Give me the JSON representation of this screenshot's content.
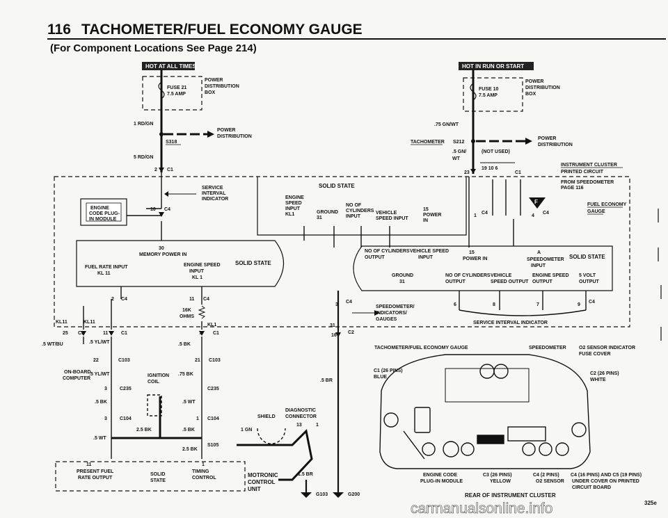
{
  "header": {
    "page_number": "116",
    "title": "TACHOMETER/FUEL ECONOMY GAUGE",
    "subtitle": "(For Component Locations See Page 214)"
  },
  "badges": {
    "left": "HOT AT ALL TIMES",
    "right": "HOT IN RUN OR START"
  },
  "left_supply": {
    "fuse": "FUSE 21",
    "amps": "7.5 AMP",
    "pdb1": "POWER",
    "pdb2": "DISTRIBUTION",
    "pdb3": "BOX",
    "wire1": "1 RD/GN",
    "splice": "S318",
    "pd_a": "POWER",
    "pd_b": "DISTRIBUTION",
    "wire2": "5 RD/GN",
    "pin2": "2",
    "c1": "C1"
  },
  "right_supply": {
    "fuse": "FUSE 10",
    "amps": "7.5 AMP",
    "pdb1": "POWER",
    "pdb2": "DISTRIBUTION",
    "pdb3": "BOX",
    "wire1": ".75 GN/WT",
    "tach": "TACHOMETER",
    "splice": "S212",
    "pd_a": "POWER",
    "pd_b": "DISTRIBUTION",
    "wire2a": ".5 GN/",
    "wire2b": "WT",
    "not_used": "(NOT USED)",
    "pin23": "23",
    "pins": "19   10   6",
    "c1": "C1",
    "cluster1": "INSTRUMENT CLUSTER",
    "cluster2": "PRINTED CIRCUIT",
    "from_speedo1": "FROM SPEEDOMETER",
    "from_speedo2": "PAGE 116",
    "f": "F",
    "fuel1": "FUEL ECONOMY",
    "fuel2": "GAUGE",
    "pin1": "1",
    "c4a": "C4",
    "pin4": "4",
    "c4b": "C4"
  },
  "ecm": {
    "l1": "ENGINE",
    "l2": "CODE PLUG-",
    "l3": "IN MODULE",
    "pin10": "10",
    "c4": "C4",
    "svc1": "SERVICE",
    "svc2": "INTERVAL",
    "svc3": "INDICATOR",
    "solid_state": "SOLID STATE",
    "in1": "ENGINE\nSPEED\nINPUT\nKL1",
    "in2": "GROUND\n\n31",
    "in3": "NO OF\nCYLINDERS\nINPUT",
    "in4": "VEHICLE\nSPEED INPUT",
    "in5": "15\nPOWER\nIN",
    "mem1": "30",
    "mem2": "MEMORY POWER IN",
    "fri1": "FUEL RATE INPUT",
    "fri2": "KL 11",
    "esi1": "ENGINE SPEED",
    "esi2": "INPUT",
    "esi3": "KL 1",
    "ss2": "SOLID STATE",
    "pin2": "2",
    "c4_2": "C4",
    "pin11": "11",
    "c4_3": "C4",
    "res1": "16K",
    "res2": "OHMS",
    "kl1": "KL1",
    "kl11": "KL11",
    "pin25": "25",
    "c3": "C3",
    "pin11b": "11",
    "c1": "C1",
    "pin7": "7",
    "c1b": "C1"
  },
  "speedo_block": {
    "h1": "NO OF CYLINDERS",
    "h2": "OUTPUT",
    "h3": "VEHICLE SPEED",
    "h4": "INPUT",
    "h5": "15",
    "h6": "POWER IN",
    "h7": "A",
    "h8": "SPEEDOMETER",
    "h9": "INPUT",
    "ss": "SOLID STATE",
    "g1": "GROUND",
    "g2": "31",
    "g3": "NO OF CYLINDERS",
    "g4": "OUTPUT",
    "g5": "VEHICLE",
    "g6": "SPEED OUTPUT",
    "g7": "ENGINE SPEED",
    "g8": "OUTPUT",
    "g9": "5 VOLT",
    "g10": "OUTPUT",
    "pin3": "3",
    "c4": "C4",
    "sp1": "SPEEDOMETER/",
    "sp2": "INDICATORS/",
    "sp3": "GAUGES",
    "p6": "6",
    "p8": "8",
    "p7": "7",
    "p9": "9",
    "c4b": "C4",
    "svc": "SERVICE INTERVAL INDICATOR",
    "pin31": "31",
    "pin16": "16",
    "c2": "C2"
  },
  "lower_left": {
    "w1": ".5 WT/BU",
    "w2": ".5 YL/WT",
    "pin22": "22",
    "c103": "C103",
    "obc1": "ON-BOARD",
    "obc2": "COMPUTER",
    "w3": ".5 YL/WT",
    "pin3": "3",
    "c235": "C235",
    "w4": ".5 BK",
    "pin3b": "3",
    "c104": "C104",
    "w5": ".5 WT",
    "ign1": "IGNITION",
    "ign2": "COIL",
    "w25": "2.5 BK",
    "w6": ".5 BK",
    "pin21": "21",
    "c103b": "C103",
    "w7": ".75 BK",
    "c235b": "C235",
    "w8": ".5 WT",
    "pin1": "1",
    "c104b": "C104",
    "w9": ".5 BK",
    "w10": "2.5 BK",
    "s105": "S105",
    "diag1": "DIAGNOSTIC",
    "diag2": "CONNECTOR",
    "shield": "SHIELD",
    "p13": "13",
    "p1": "1",
    "gn": "1 GN",
    "pf1": "11",
    "pf2": "PRESENT FUEL",
    "pf3": "RATE OUTPUT",
    "ss": "SOLID",
    "ss2": "STATE",
    "tc1": "1",
    "tc2": "TIMING",
    "tc3": "CONTROL",
    "mot1": "MOTRONIC",
    "mot2": "CONTROL",
    "mot3": "UNIT",
    "w15": "1.5 BR",
    "g103": "G103",
    "g200": "G200",
    "w5br": ".5 BR"
  },
  "cluster_view": {
    "t1": "TACHOMETER/FUEL ECONOMY GAUGE",
    "t2": "SPEEDOMETER",
    "t3": "O2 SENSOR INDICATOR",
    "t4": "FUSE COVER",
    "c1a": "C1 (26 PINS)",
    "c1b": "BLUE",
    "c2a": "C2 (26 PINS)",
    "c2b": "WHITE",
    "b1": "ENGINE CODE",
    "b2": "PLUG-IN MODULE",
    "b3": "C3 (26 PINS)",
    "b4": "YELLOW",
    "b5": "C4 (2 PINS)",
    "b6": "O2 SENSOR",
    "b7": "C4 (16 PINS) AND C5 (19 PINS)",
    "b8": "UNDER COVER ON PRINTED",
    "b9": "CIRCUIT BOARD",
    "rear": "REAR OF INSTRUMENT CLUSTER"
  },
  "footer": {
    "code": "325e",
    "watermark": "carmanualsonline.info"
  }
}
